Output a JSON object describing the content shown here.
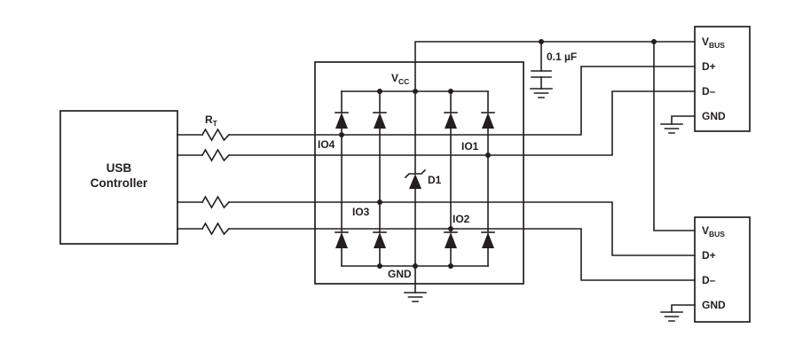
{
  "colors": {
    "background": "#ffffff",
    "line": "#231f20",
    "controller_fill": "#a5d6d2"
  },
  "usb_controller": {
    "line1": "USB",
    "line2": "Controller"
  },
  "termination_resistor": {
    "ref": "R",
    "ref_sub": "T"
  },
  "esd_ic": {
    "vcc": "V",
    "vcc_sub": "CC",
    "gnd": "GND",
    "io1": "IO1",
    "io2": "IO2",
    "io3": "IO3",
    "io4": "IO4",
    "d1": "D1"
  },
  "bypass_capacitor": {
    "value": "0.1 µF"
  },
  "usb_connector_top": {
    "vbus": "V",
    "vbus_sub": "BUS",
    "dplus": "D+",
    "dminus": "D–",
    "gnd": "GND"
  },
  "usb_connector_bottom": {
    "vbus": "V",
    "vbus_sub": "BUS",
    "dplus": "D+",
    "dminus": "D–",
    "gnd": "GND"
  }
}
